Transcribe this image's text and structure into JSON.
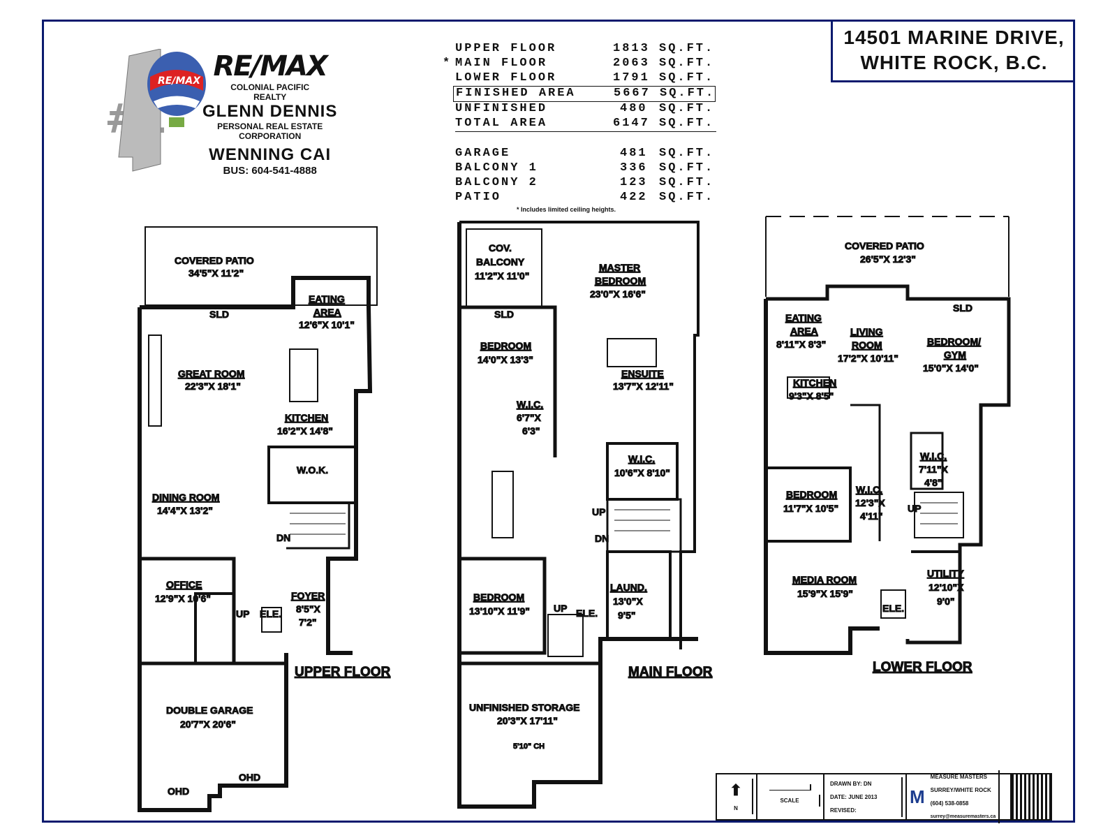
{
  "address": {
    "line1": "14501 MARINE DRIVE,",
    "line2": "WHITE ROCK, B.C."
  },
  "agent": {
    "brand": "RE/MAX",
    "office_line1": "COLONIAL PACIFIC",
    "office_line2": "REALTY",
    "name": "GLENN DENNIS",
    "corp_line1": "PERSONAL REAL ESTATE",
    "corp_line2": "CORPORATION",
    "name2": "WENNING CAI",
    "phone": "BUS: 604-541-4888",
    "badge": "#1",
    "balloon": "RE/MAX"
  },
  "areas": {
    "floors": [
      {
        "label": "UPPER FLOOR",
        "value": "1813",
        "unit": "SQ.FT."
      },
      {
        "label": "MAIN FLOOR",
        "value": "2063",
        "unit": "SQ.FT.",
        "star": "*"
      },
      {
        "label": "LOWER FLOOR",
        "value": "1791",
        "unit": "SQ.FT."
      }
    ],
    "finished": {
      "label": "FINISHED AREA",
      "value": "5667",
      "unit": "SQ.FT."
    },
    "unfinished": {
      "label": "UNFINISHED",
      "value": "480",
      "unit": "SQ.FT."
    },
    "total": {
      "label": "TOTAL AREA",
      "value": "6147",
      "unit": "SQ.FT."
    },
    "extras": [
      {
        "label": "GARAGE",
        "value": "481",
        "unit": "SQ.FT."
      },
      {
        "label": "BALCONY 1",
        "value": "336",
        "unit": "SQ.FT."
      },
      {
        "label": "BALCONY 2",
        "value": "123",
        "unit": "SQ.FT."
      },
      {
        "label": "PATIO",
        "value": "422",
        "unit": "SQ.FT."
      }
    ],
    "note": "* Includes limited ceiling heights."
  },
  "upper": {
    "title": "UPPER FLOOR",
    "covered_patio": {
      "name": "COVERED PATIO",
      "dim": "34'5\"X 11'2\""
    },
    "eating": {
      "name1": "EATING",
      "name2": "AREA",
      "dim": "12'6\"X 10'1\""
    },
    "great": {
      "name": "GREAT ROOM",
      "dim": "22'3\"X 18'1\""
    },
    "kitchen": {
      "name": "KITCHEN",
      "dim": "16'2\"X 14'8\""
    },
    "wok": "W.O.K.",
    "dining": {
      "name": "DINING ROOM",
      "dim": "14'4\"X 13'2\""
    },
    "office": {
      "name": "OFFICE",
      "dim": "12'9\"X 10'6\""
    },
    "foyer": {
      "name": "FOYER",
      "dim1": "8'5\"X",
      "dim2": "7'2\""
    },
    "garage": {
      "name": "DOUBLE GARAGE",
      "dim": "20'7\"X 20'6\""
    },
    "sld": "SLD",
    "dn": "DN",
    "up": "UP",
    "ele": "ELE.",
    "ohd": "OHD"
  },
  "main": {
    "title": "MAIN FLOOR",
    "balcony": {
      "name1": "COV.",
      "name2": "BALCONY",
      "dim": "11'2\"X 11'0\""
    },
    "master": {
      "name1": "MASTER",
      "name2": "BEDROOM",
      "dim": "23'0\"X 16'6\""
    },
    "bedroom1": {
      "name": "BEDROOM",
      "dim": "14'0\"X 13'3\""
    },
    "ensuite": {
      "name": "ENSUITE",
      "dim": "13'7\"X 12'11\""
    },
    "wic1": {
      "name": "W.I.C.",
      "dim1": "6'7\"X",
      "dim2": "6'3\""
    },
    "wic2": {
      "name": "W.I.C.",
      "dim": "10'6\"X 8'10\""
    },
    "bedroom2": {
      "name": "BEDROOM",
      "dim": "13'10\"X 11'9\""
    },
    "laund": {
      "name": "LAUND.",
      "dim1": "13'0\"X",
      "dim2": "9'5\""
    },
    "storage": {
      "name": "UNFINISHED STORAGE",
      "dim": "20'3\"X 17'11\"",
      "ch": "5'10\" CH"
    },
    "sld": "SLD",
    "up": "UP",
    "dn": "DN",
    "ele": "ELE."
  },
  "lower": {
    "title": "LOWER FLOOR",
    "covered_patio": {
      "name": "COVERED PATIO",
      "dim": "26'5\"X 12'3\""
    },
    "eating": {
      "name1": "EATING",
      "name2": "AREA",
      "dim": "8'11\"X 8'3\""
    },
    "living": {
      "name1": "LIVING",
      "name2": "ROOM",
      "dim": "17'2\"X 10'11\""
    },
    "gym": {
      "name1": "BEDROOM/",
      "name2": "GYM",
      "dim": "15'0\"X 14'0\""
    },
    "kitchen": {
      "name": "KITCHEN",
      "dim": "9'3\"X 8'5\""
    },
    "bedroom": {
      "name": "BEDROOM",
      "dim": "11'7\"X 10'5\""
    },
    "wic1": {
      "name": "W.I.C.",
      "dim1": "12'3\"X",
      "dim2": "4'11\""
    },
    "wic2": {
      "name": "W.I.C.",
      "dim1": "7'11\"X",
      "dim2": "4'8\""
    },
    "media": {
      "name": "MEDIA ROOM",
      "dim": "15'9\"X 15'9\""
    },
    "utility": {
      "name": "UTILITY",
      "dim1": "12'10\"X",
      "dim2": "9'0\""
    },
    "sld": "SLD",
    "up": "UP",
    "ele": "ELE."
  },
  "titleblock": {
    "north": "N",
    "scale": "SCALE",
    "drawn": "DRAWN BY: DN",
    "date": "DATE: JUNE 2013",
    "revised": "REVISED:",
    "company": "MEASURE MASTERS",
    "company_sub": "SURREY/WHITE ROCK",
    "phone": "(604) 538-0858",
    "email": "surrey@measuremasters.ca"
  }
}
